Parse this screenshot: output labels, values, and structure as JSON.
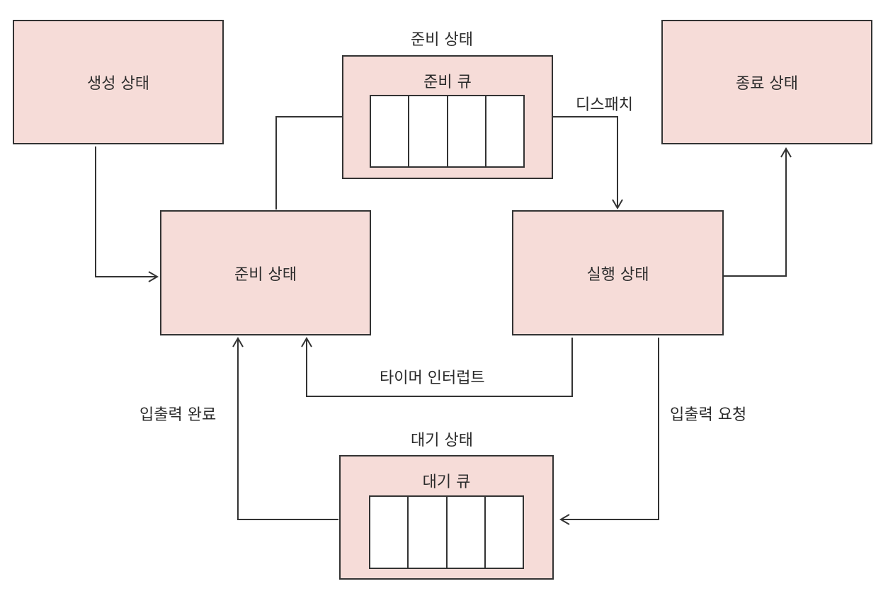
{
  "states": {
    "new": "생성 상태",
    "ready": "준비 상태",
    "running": "실행 상태",
    "terminated": "종료 상태"
  },
  "ready_queue": {
    "group_label": "준비 상태",
    "queue_label": "준비 큐"
  },
  "wait_queue": {
    "group_label": "대기 상태",
    "queue_label": "대기 큐"
  },
  "transitions": {
    "dispatch": "디스패치",
    "timer_interrupt": "타이머 인터럽트",
    "io_request": "입출력 요청",
    "io_complete": "입출력 완료"
  },
  "colors": {
    "box_fill": "#f6dcd8",
    "line": "#333333"
  }
}
